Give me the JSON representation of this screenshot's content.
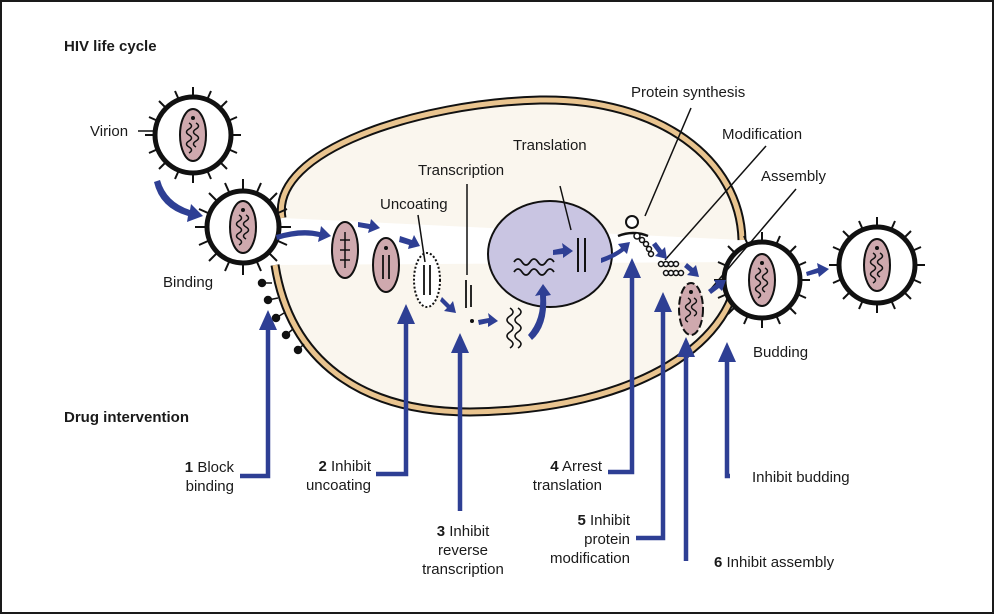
{
  "titles": {
    "life_cycle": "HIV life cycle",
    "drug_intervention": "Drug intervention"
  },
  "stages": {
    "virion": "Virion",
    "binding": "Binding",
    "uncoating": "Uncoating",
    "transcription": "Transcription",
    "translation": "Translation",
    "protein_synthesis": "Protein synthesis",
    "modification": "Modification",
    "assembly": "Assembly",
    "budding": "Budding"
  },
  "interventions": [
    {
      "number": "1",
      "line1": "Block",
      "line2": "binding",
      "line3": ""
    },
    {
      "number": "2",
      "line1": "Inhibit",
      "line2": "uncoating",
      "line3": ""
    },
    {
      "number": "3",
      "line1": "Inhibit",
      "line2": "reverse",
      "line3": "transcription"
    },
    {
      "number": "4",
      "line1": "Arrest",
      "line2": "translation",
      "line3": ""
    },
    {
      "number": "5",
      "line1": "Inhibit",
      "line2": "protein",
      "line3": "modification"
    },
    {
      "number": "6",
      "line1": "Inhibit assembly",
      "line2": "",
      "line3": ""
    },
    {
      "number": "",
      "line1": "Inhibit budding",
      "line2": "",
      "line3": ""
    }
  ],
  "colors": {
    "arrow": "#2e3f94",
    "membrane": "#e9c48f",
    "cytoplasm": "#faf6ee",
    "nucleus": "#c9c5e2",
    "capsid": "#cfa9ae"
  }
}
